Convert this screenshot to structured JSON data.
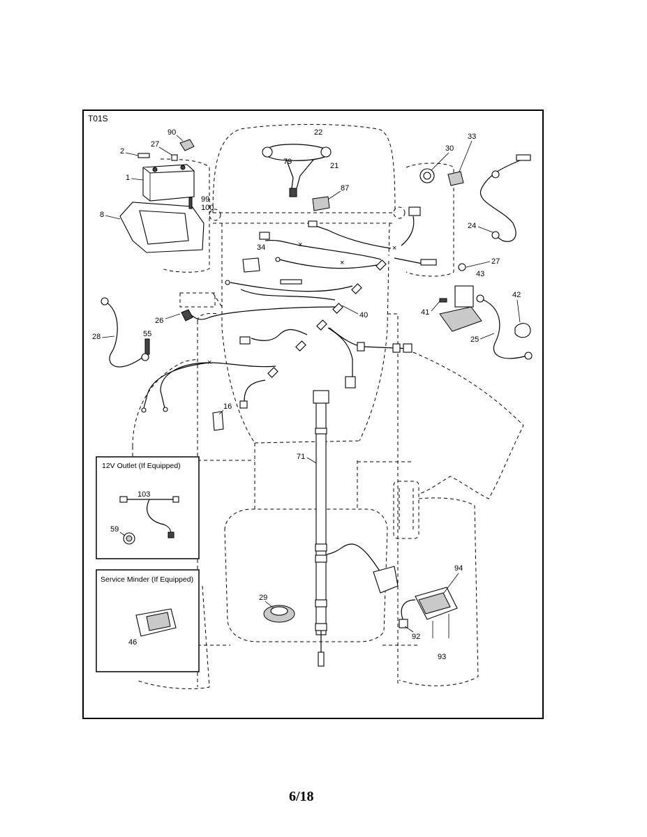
{
  "diagram": {
    "code": "T01S",
    "page_number": "6/18",
    "callouts": {
      "c1": "1",
      "c2": "2",
      "c8": "8",
      "c16": "16",
      "c21": "21",
      "c22": "22",
      "c24": "24",
      "c25": "25",
      "c26": "26",
      "c27a": "27",
      "c27b": "27",
      "c28": "28",
      "c29": "29",
      "c30": "30",
      "c33": "33",
      "c34": "34",
      "c40": "40",
      "c41": "41",
      "c42": "42",
      "c43": "43",
      "c46": "46",
      "c55": "55",
      "c59": "59",
      "c71": "71",
      "c79": "79",
      "c87": "87",
      "c90": "90",
      "c92": "92",
      "c93": "93",
      "c94": "94",
      "c99": "99",
      "c100": "100",
      "c103": "103"
    },
    "insets": {
      "outlet": {
        "title": "12V Outlet (If Equipped)"
      },
      "service": {
        "title": "Service Minder (If Equipped)"
      }
    }
  }
}
